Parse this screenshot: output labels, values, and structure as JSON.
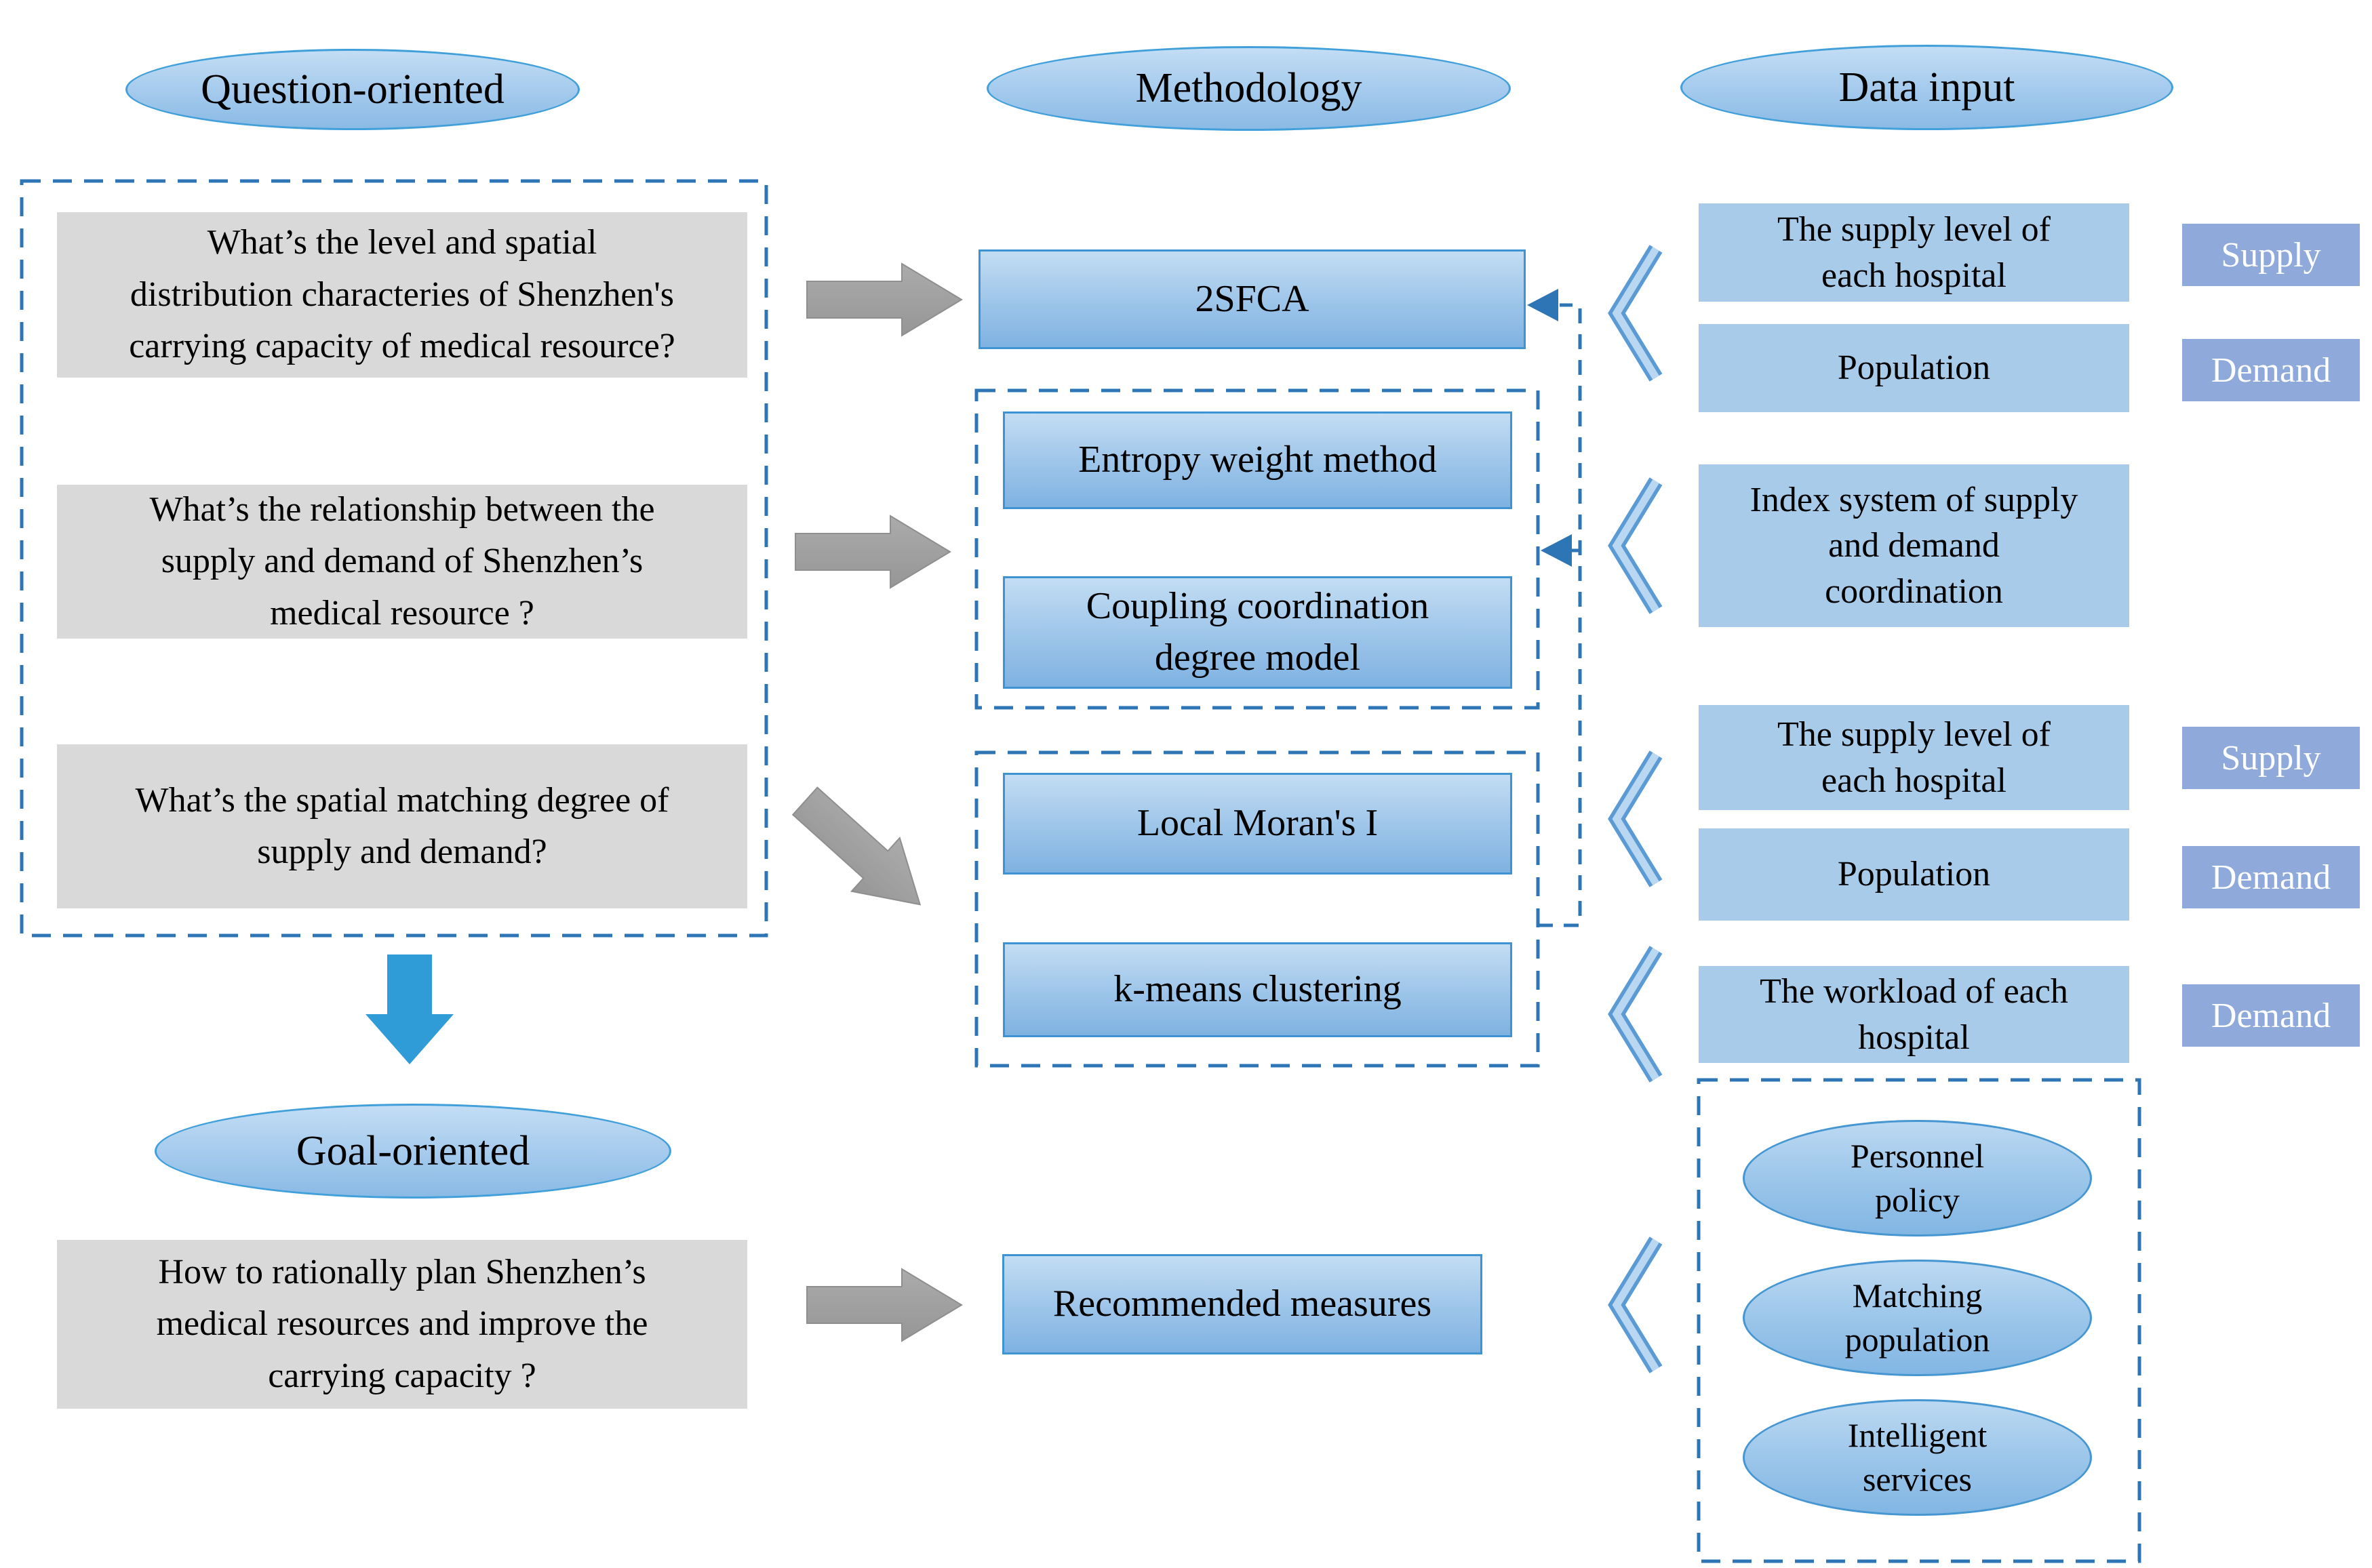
{
  "headers": {
    "question_oriented": "Question-oriented",
    "methodology": "Methodology",
    "data_input": "Data input",
    "goal_oriented": "Goal-oriented"
  },
  "question_boxes": {
    "q1": {
      "lines": [
        "What’s the level and spatial",
        "distribution characteries of Shenzhen's",
        "carrying capacity of medical resource?"
      ]
    },
    "q2": {
      "lines": [
        "What’s the relationship between the",
        "supply and demand of Shenzhen’s",
        "medical resource ?"
      ]
    },
    "q3": {
      "lines": [
        "What’s the spatial matching degree of",
        "supply and demand?"
      ]
    },
    "goal": {
      "lines": [
        "How to rationally plan Shenzhen’s",
        "medical resources and improve the",
        "carrying capacity ?"
      ]
    }
  },
  "methodology": {
    "sfca": "2SFCA",
    "entropy": "Entropy weight method",
    "coupling_lines": [
      "Coupling coordination",
      "degree model"
    ],
    "moran": "Local Moran's I",
    "kmeans": "k-means clustering",
    "recommended": "Recommended measures"
  },
  "data_input": {
    "supply_level_1_lines": [
      "The supply level of",
      "each hospital"
    ],
    "population_1": "Population",
    "index_system_lines": [
      "Index system of supply",
      "and demand",
      "coordination"
    ],
    "supply_level_2_lines": [
      "The supply level of",
      "each hospital"
    ],
    "population_2": "Population",
    "workload_lines": [
      "The workload of each",
      "hospital"
    ],
    "badges": [
      {
        "label": "Supply"
      },
      {
        "label": "Demand"
      },
      {
        "label": "Supply"
      },
      {
        "label": "Demand"
      },
      {
        "label": "Demand"
      }
    ]
  },
  "recommended_measures": {
    "personnel_lines": [
      "Personnel",
      "policy"
    ],
    "matching_lines": [
      "Matching",
      "population"
    ],
    "intelligent_lines": [
      "Intelligent",
      "services"
    ]
  },
  "colors": {
    "dashed_blue": "#2e75b6",
    "box_border_blue": "#3e93d2",
    "box_fill_light": "#c3ddf3",
    "box_fill_dark": "#7fb2e1",
    "flat_box_blue": "#a7cbe9",
    "badge_blue": "#8fa9da",
    "gray_box": "#d9d9d9",
    "arrow_gray": "#a1a1a1",
    "arrow_blue": "#2f9cd8",
    "chevron_fill": "#bad7f1",
    "chevron_border": "#5b9bd5",
    "ellipse_border": "#41a0da"
  }
}
